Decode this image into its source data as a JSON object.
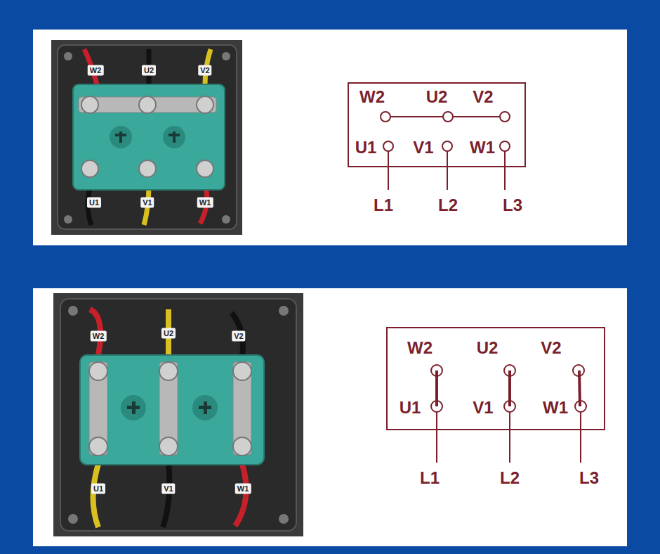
{
  "diagram": {
    "labels": [
      "W2",
      "U2",
      "V2",
      "U1",
      "V1",
      "W1",
      "L1",
      "L2",
      "L3",
      "W2",
      "U2",
      "V2",
      "U1",
      "V1",
      "W1",
      "L1",
      "L2",
      "L3",
      "W2",
      "U2",
      "V2",
      "U1",
      "V1",
      "W1",
      "W2",
      "U2",
      "V2",
      "U1",
      "V1",
      "W1"
    ]
  }
}
